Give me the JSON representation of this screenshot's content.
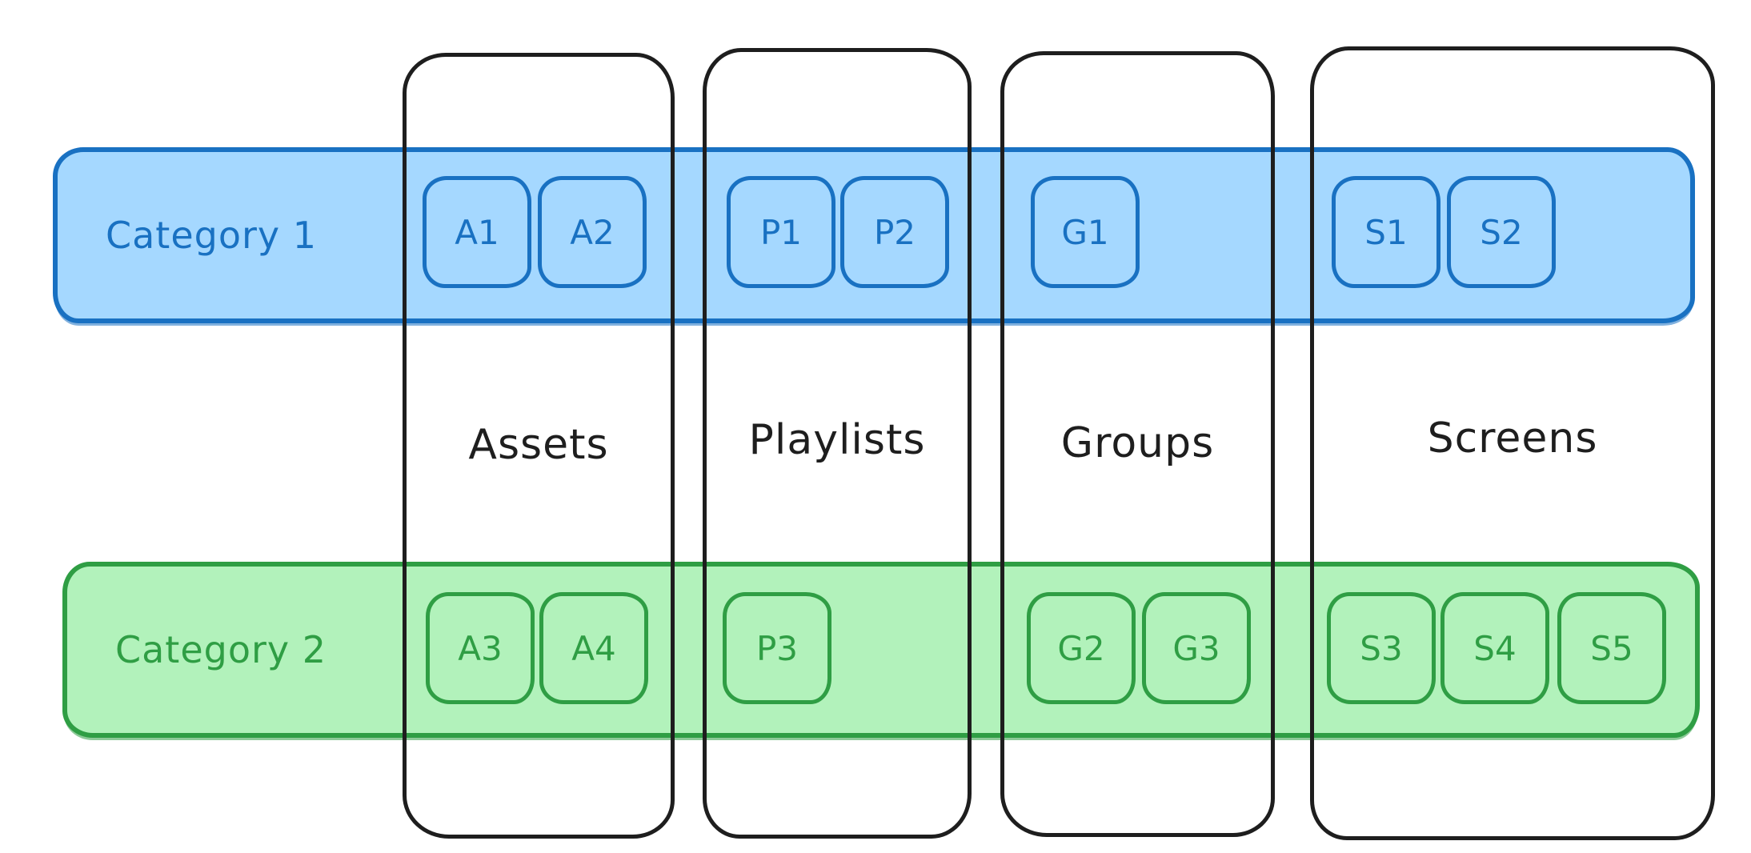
{
  "diagram": {
    "columns": [
      {
        "id": "assets",
        "label": "Assets"
      },
      {
        "id": "playlists",
        "label": "Playlists"
      },
      {
        "id": "groups",
        "label": "Groups"
      },
      {
        "id": "screens",
        "label": "Screens"
      }
    ],
    "rows": [
      {
        "id": "category-1",
        "label": "Category 1",
        "stroke": "#1971c2",
        "fill": "#a5d8ff",
        "cells": [
          {
            "column": "assets",
            "items": [
              "A1",
              "A2"
            ]
          },
          {
            "column": "playlists",
            "items": [
              "P1",
              "P2"
            ]
          },
          {
            "column": "groups",
            "items": [
              "G1"
            ]
          },
          {
            "column": "screens",
            "items": [
              "S1",
              "S2"
            ]
          }
        ]
      },
      {
        "id": "category-2",
        "label": "Category 2",
        "stroke": "#2f9e44",
        "fill": "#b2f2bb",
        "cells": [
          {
            "column": "assets",
            "items": [
              "A3",
              "A4"
            ]
          },
          {
            "column": "playlists",
            "items": [
              "P3"
            ]
          },
          {
            "column": "groups",
            "items": [
              "G2",
              "G3"
            ]
          },
          {
            "column": "screens",
            "items": [
              "S3",
              "S4",
              "S5"
            ]
          }
        ]
      }
    ],
    "colors": {
      "column_stroke": "#1e1e1e",
      "background": "#ffffff"
    }
  }
}
